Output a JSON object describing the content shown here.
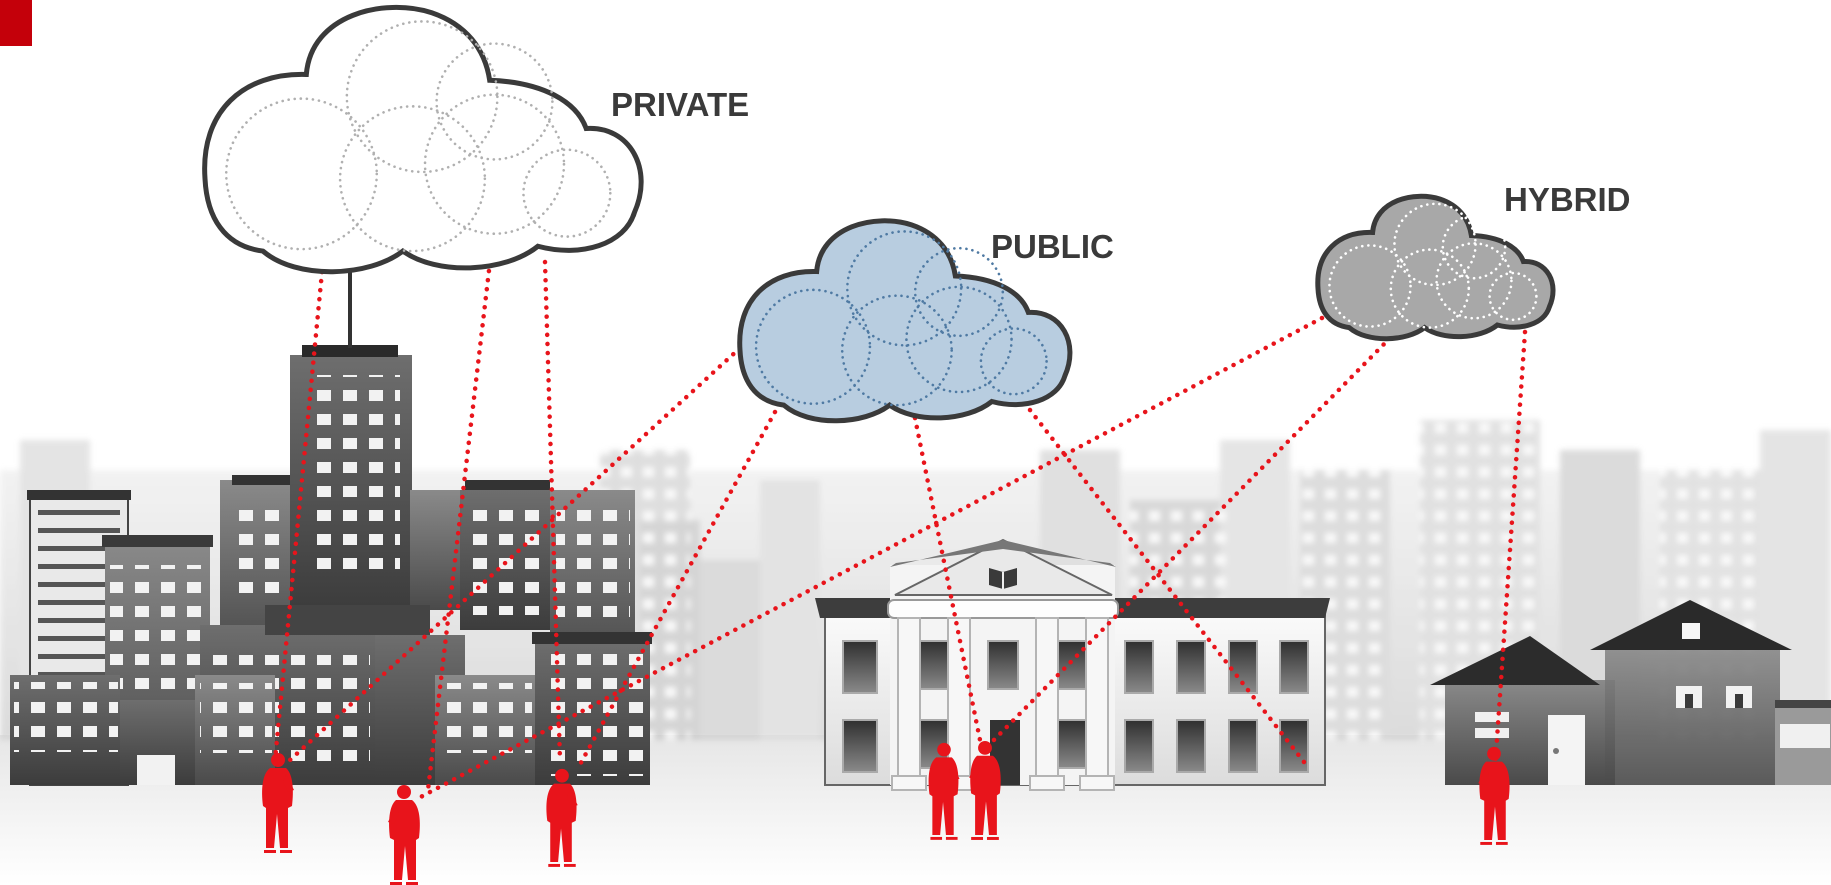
{
  "clouds": {
    "private": {
      "label": "PRIVATE",
      "fill": "#ffffff",
      "dots": "#b0b0b0"
    },
    "public": {
      "label": "PUBLIC",
      "fill": "#b8cde0",
      "dots": "#4f7aa3"
    },
    "hybrid": {
      "label": "HYBRID",
      "fill": "#a8a8a8",
      "dots": "#ffffff"
    }
  },
  "colors": {
    "link": "#e8141b",
    "people": "#e8141b",
    "corner_mark": "#c4000a",
    "outline": "#3a3a3a"
  }
}
